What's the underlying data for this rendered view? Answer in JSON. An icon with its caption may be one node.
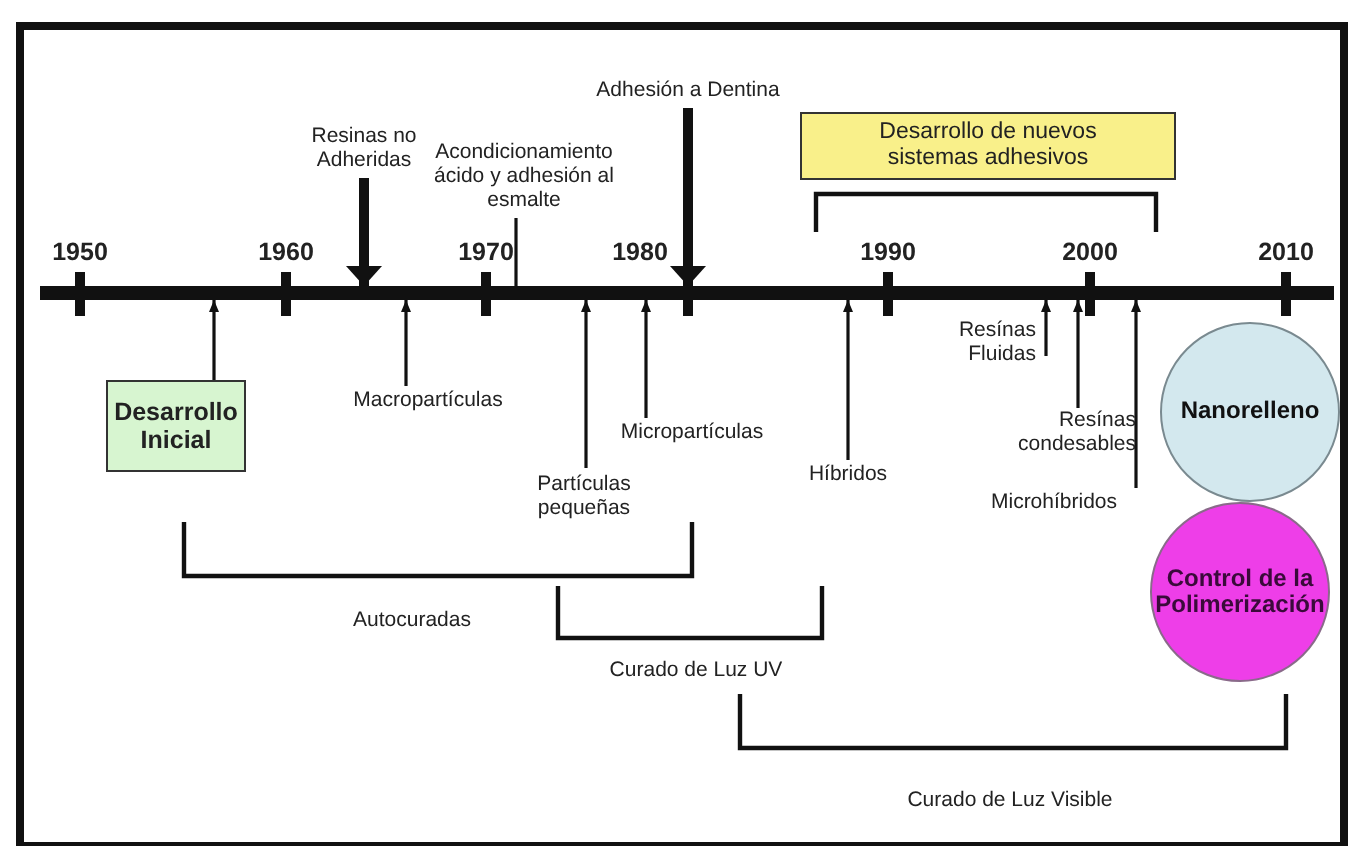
{
  "diagram": {
    "nodes": [
      {
        "text": [],
        "shape": "bar"
      },
      {
        "text": [
          "Resinas no Adheridas"
        ]
      },
      {
        "text": [
          "Adhesión a Dentina"
        ]
      },
      {
        "text": [
          "Acondicionamiento ácido y adhesión al esmalte"
        ]
      },
      {
        "text": [
          "Desarrollo de nuevos sistemas adhesivos"
        ]
      },
      {
        "text": [
          "Desarrollo Inicial"
        ]
      },
      {
        "text": [
          "Macropartículas"
        ]
      },
      {
        "text": [
          "Micropartículas"
        ]
      },
      {
        "text": [
          "Partículas pequeñas"
        ]
      },
      {
        "text": [
          "Híbridos"
        ]
      },
      {
        "text": [
          "Resínas Fluidas"
        ]
      },
      {
        "text": [
          "Resínas condesables"
        ]
      },
      {
        "text": [
          "Microhíbridos"
        ]
      },
      {
        "text": [
          "Nanorelleno"
        ]
      },
      {
        "text": [
          "Control de la Polimerización"
        ]
      }
    ],
    "edges": [
      {
        "from": 1,
        "to": 0,
        "arrow": "to",
        "style": "thick"
      },
      {
        "from": 2,
        "to": 0,
        "arrow": "to",
        "style": "thick"
      },
      {
        "from": 3,
        "to": 0,
        "arrow": "none"
      },
      {
        "from": 5,
        "to": 0,
        "arrow": "to"
      },
      {
        "from": 6,
        "to": 0,
        "arrow": "to"
      },
      {
        "from": 7,
        "to": 0,
        "arrow": "to"
      },
      {
        "from": 8,
        "to": 0,
        "arrow": "to"
      },
      {
        "from": 9,
        "to": 0,
        "arrow": "to"
      },
      {
        "from": 10,
        "to": 0,
        "arrow": "to"
      },
      {
        "from": 11,
        "to": 0,
        "arrow": "to"
      },
      {
        "from": 12,
        "to": 0,
        "arrow": "to"
      }
    ],
    "labels": [
      "1950",
      "1960",
      "1970",
      "1980",
      "1990",
      "2000",
      "2010",
      "Autocuradas",
      "Curado de Luz UV",
      "Curado de Luz Visible"
    ]
  }
}
